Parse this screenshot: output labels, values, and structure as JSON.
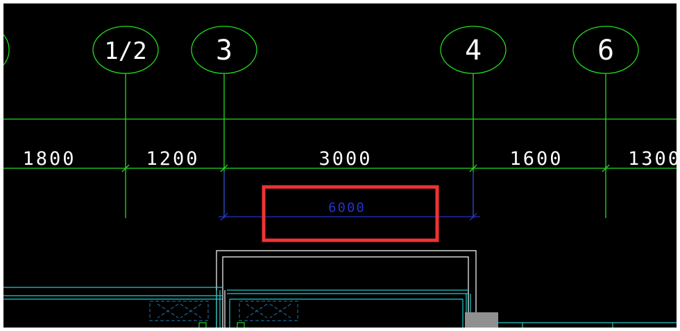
{
  "drawing": {
    "grid_bubbles": [
      {
        "label": "1/2"
      },
      {
        "label": "3"
      },
      {
        "label": "4"
      },
      {
        "label": "6"
      }
    ],
    "dimensions": [
      {
        "value": "1800"
      },
      {
        "value": "1200"
      },
      {
        "value": "3000"
      },
      {
        "value": "1600"
      },
      {
        "value": "1300"
      }
    ],
    "highlighted_dimension": {
      "value": "6000"
    }
  },
  "colors": {
    "background": "#000000",
    "grid_lines": "#22dd22",
    "dimension_text": "#ffffff",
    "highlight_dimension": "#2233cc",
    "highlight_box": "#ee3333",
    "walls": "#ffffff",
    "inner_walls": "#22cccc"
  }
}
